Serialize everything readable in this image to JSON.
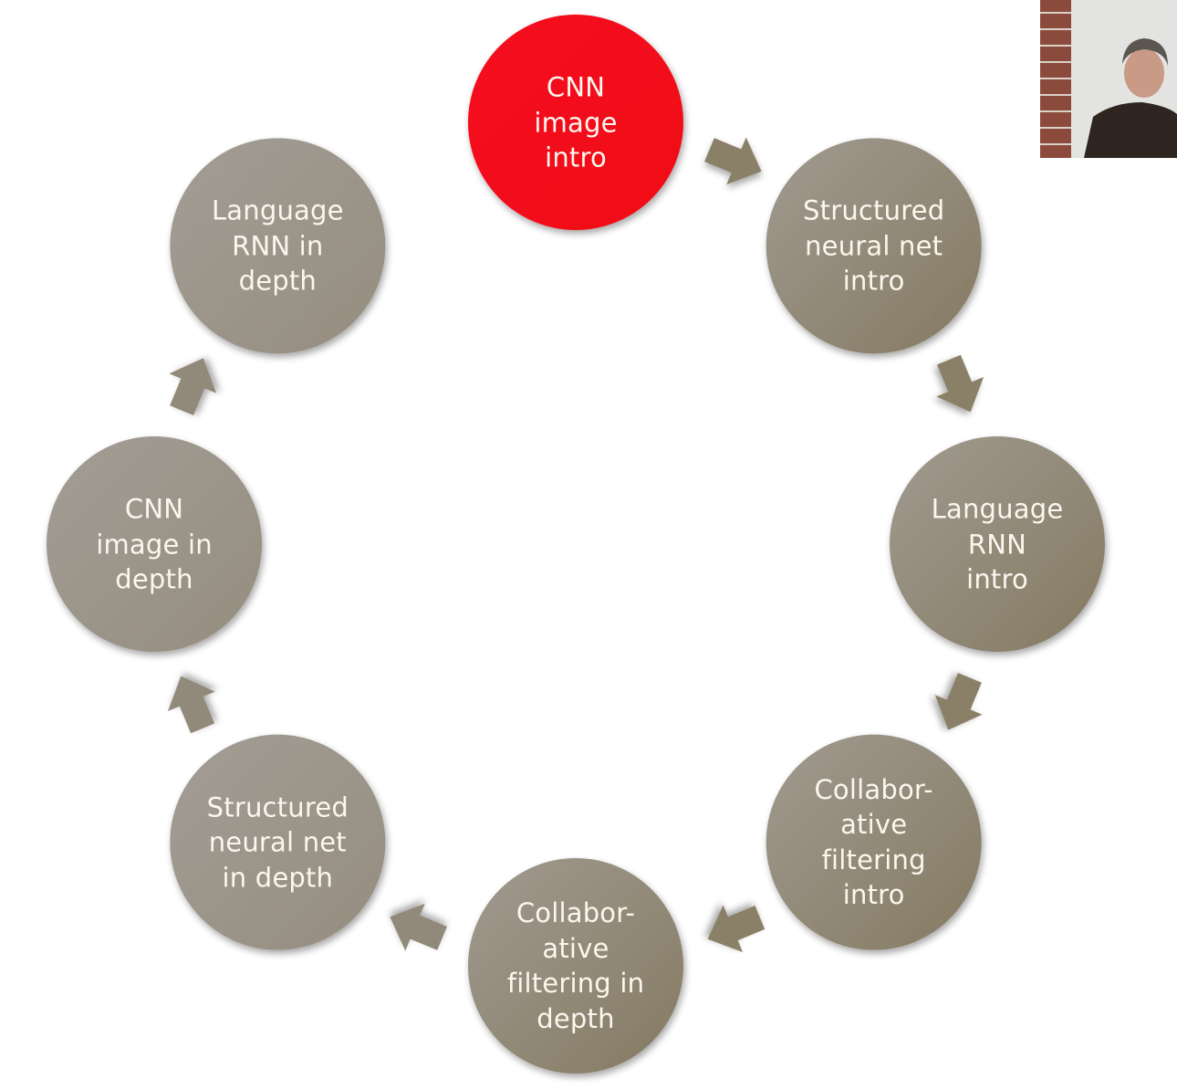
{
  "diagram": {
    "type": "cycle",
    "colors": {
      "highlight": "#f40c1b",
      "node_light": "#9d968b",
      "node_dark": "#867b63",
      "arrow": "#8a8068",
      "text": "#fbf7ee"
    },
    "nodes": [
      {
        "id": "cnn-image-intro",
        "lines": [
          "CNN",
          "image",
          "intro"
        ],
        "highlighted": true
      },
      {
        "id": "structured-neural-net-intro",
        "lines": [
          "Structured",
          "neural net",
          "intro"
        ],
        "highlighted": false
      },
      {
        "id": "language-rnn-intro",
        "lines": [
          "Language",
          "RNN",
          "intro"
        ],
        "highlighted": false
      },
      {
        "id": "collaborative-filtering-intro",
        "lines": [
          "Collabor-",
          "ative",
          "filtering",
          "intro"
        ],
        "highlighted": false
      },
      {
        "id": "collaborative-filtering-in-depth",
        "lines": [
          "Collabor-",
          "ative",
          "filtering in",
          "depth"
        ],
        "highlighted": false
      },
      {
        "id": "structured-neural-net-in-depth",
        "lines": [
          "Structured",
          "neural net",
          "in depth"
        ],
        "highlighted": false
      },
      {
        "id": "cnn-image-in-depth",
        "lines": [
          "CNN",
          "image in",
          "depth"
        ],
        "highlighted": false
      },
      {
        "id": "language-rnn-in-depth",
        "lines": [
          "Language",
          "RNN in",
          "depth"
        ],
        "highlighted": false
      }
    ],
    "direction": "clockwise"
  },
  "webcam": {
    "subject": "presenter-video"
  }
}
